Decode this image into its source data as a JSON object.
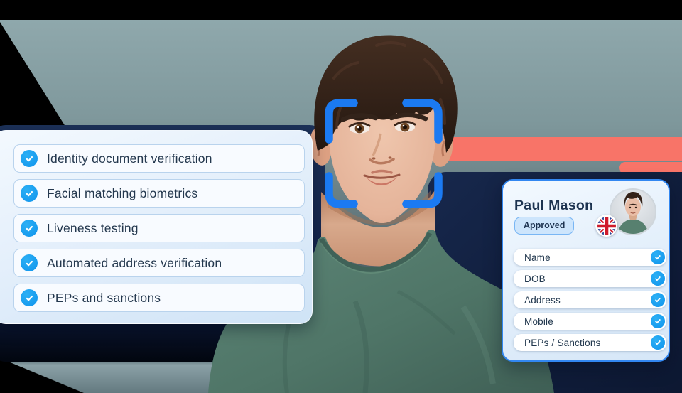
{
  "left_checklist": {
    "items": [
      {
        "label": "Identity document verification"
      },
      {
        "label": "Facial matching biometrics"
      },
      {
        "label": "Liveness testing"
      },
      {
        "label": "Automated address verification"
      },
      {
        "label": "PEPs and sanctions"
      }
    ]
  },
  "profile_card": {
    "name": "Paul Mason",
    "status": "Approved",
    "country": "united-kingdom",
    "fields": [
      {
        "label": "Name"
      },
      {
        "label": "DOB"
      },
      {
        "label": "Address"
      },
      {
        "label": "Mobile"
      },
      {
        "label": "PEPs / Sanctions"
      }
    ]
  },
  "colors": {
    "accent_check_blue": "#169df2",
    "bracket_blue": "#1b7af2",
    "navy": "#13244a",
    "coral": "#f87468",
    "card_border_blue": "#3287f1"
  }
}
